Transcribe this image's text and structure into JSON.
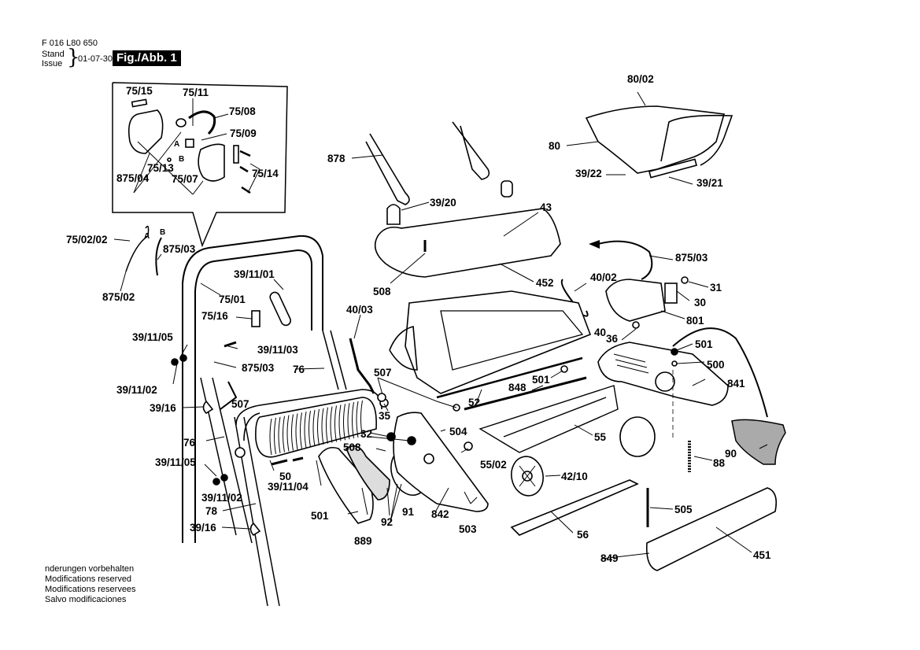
{
  "header": {
    "doc_number": "F 016 L80 650",
    "stand_label": "Stand",
    "issue_label": "Issue",
    "issue_date": "01-07-30",
    "figure_badge": "Fig./Abb. 1"
  },
  "footer": {
    "lines": [
      "nderungen vorbehalten",
      "Modifications reserved",
      "Modifications reservees",
      "Salvo modificaciones"
    ]
  },
  "inset": {
    "labels": [
      "75/15",
      "75/11",
      "75/08",
      "75/09",
      "A",
      "B",
      "875/04",
      "75/13",
      "75/07",
      "75/14"
    ]
  },
  "parts": {
    "p75_02_02": "75/02/02",
    "pA": "A",
    "pB": "B",
    "p875_03a": "875/03",
    "p875_02": "875/02",
    "p39_11_01": "39/11/01",
    "p75_01": "75/01",
    "p75_16": "75/16",
    "p39_11_05a": "39/11/05",
    "p39_11_03": "39/11/03",
    "p39_11_02a": "39/11/02",
    "p875_03b": "875/03",
    "p76a": "76",
    "p39_16a": "39/16",
    "p507a": "507",
    "p76b": "76",
    "p39_11_05b": "39/11/05",
    "p50": "50",
    "p39_11_04": "39/11/04",
    "p39_11_02b": "39/11/02",
    "p78": "78",
    "p39_16b": "39/16",
    "p501a": "501",
    "p889": "889",
    "p92": "92",
    "p91": "91",
    "p842": "842",
    "p503": "503",
    "p32": "32",
    "p508a": "508",
    "p35": "35",
    "p507b": "507",
    "p504": "504",
    "p55_02": "55/02",
    "p40_03": "40/03",
    "p878": "878",
    "p39_20": "39/20",
    "p43": "43",
    "p508b": "508",
    "p452": "452",
    "p52": "52",
    "p848": "848",
    "p501b": "501",
    "p55": "55",
    "p42_10": "42/10",
    "p56": "56",
    "p80_02": "80/02",
    "p80": "80",
    "p39_22": "39/22",
    "p39_21": "39/21",
    "p875_03c": "875/03",
    "p40_02": "40/02",
    "p31": "31",
    "p30": "30",
    "p801": "801",
    "p40": "40",
    "p36": "36",
    "p501c": "501",
    "p500": "500",
    "p841": "841",
    "p90": "90",
    "p88": "88",
    "p505": "505",
    "p849": "849",
    "p451": "451"
  }
}
